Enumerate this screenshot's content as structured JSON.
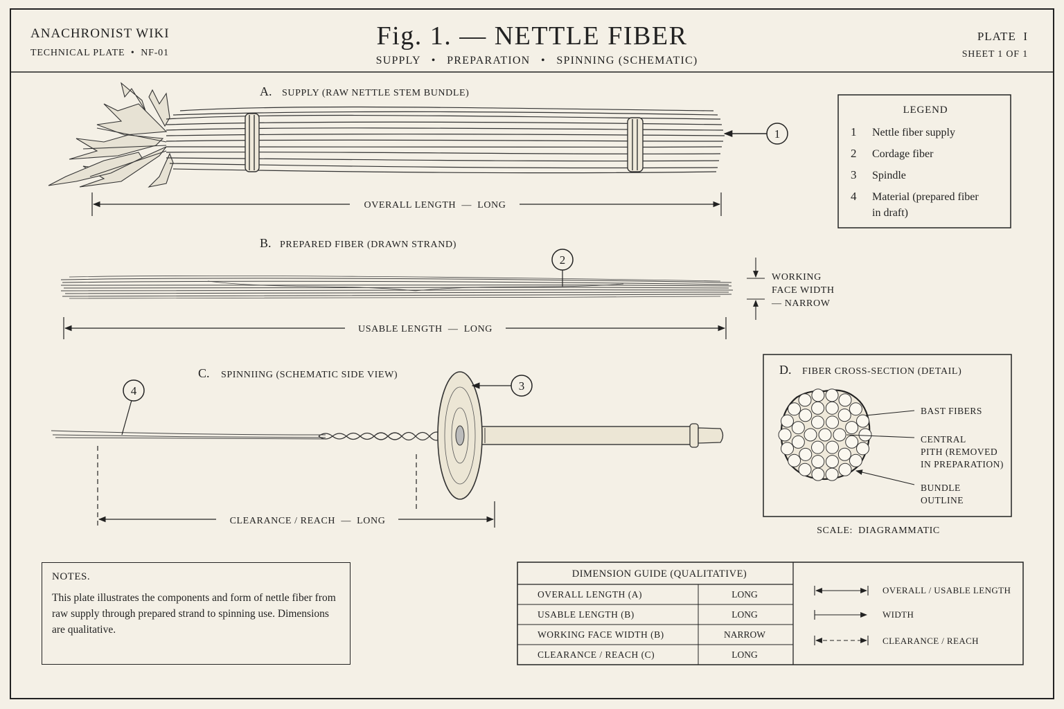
{
  "header": {
    "wiki": "ANACHRONIST WIKI",
    "plate_id": "TECHNICAL PLATE  •  NF-01",
    "title": "Fig. 1. — NETTLE FIBER",
    "subtitle": "SUPPLY   •   PREPARATION   •   SPINNING (SCHEMATIC)",
    "plate": "PLATE  I",
    "sheet": "SHEET 1 OF 1"
  },
  "sections": {
    "a": {
      "letter": "A.",
      "title": "SUPPLY (RAW NETTLE STEM BUNDLE)",
      "dim": "OVERALL LENGTH  —  LONG",
      "callout": "1"
    },
    "b": {
      "letter": "B.",
      "title": "PREPARED FIBER (DRAWN STRAND)",
      "dim": "USABLE LENGTH  —  LONG",
      "callout": "2",
      "width_lines": [
        "WORKING",
        "FACE WIDTH",
        "— NARROW"
      ]
    },
    "c": {
      "letter": "C.",
      "title": "SPINNIING (SCHEMATIC SIDE VIEW)",
      "dim": "CLEARANCE / REACH  —  LONG",
      "callout_material": "4",
      "callout_spindle": "3"
    },
    "d": {
      "letter": "D.",
      "title": "FIBER CROSS-SECTION (DETAIL)",
      "label_bast": "BAST FIBERS",
      "label_pith": [
        "CENTRAL",
        "PITH (REMOVED",
        "IN PREPARATION)"
      ],
      "label_outline": [
        "BUNDLE",
        "OUTLINE"
      ],
      "scale": "SCALE:  DIAGRAMMATIC"
    }
  },
  "legend": {
    "title": "LEGEND",
    "items": [
      {
        "num": "1",
        "lines": [
          "Nettle fiber supply"
        ]
      },
      {
        "num": "2",
        "lines": [
          "Cordage fiber"
        ]
      },
      {
        "num": "3",
        "lines": [
          "Spindle"
        ]
      },
      {
        "num": "4",
        "lines": [
          "Material (prepared fiber",
          "in draft)"
        ]
      }
    ]
  },
  "notes": {
    "title": "NOTES.",
    "body": "This plate illustrates the components and form of nettle fiber from raw supply through prepared strand to spinning use. Dimensions are qualitative."
  },
  "dimension_guide": {
    "title": "DIMENSION GUIDE (QUALITATIVE)",
    "rows": [
      {
        "label": "OVERALL LENGTH (A)",
        "value": "LONG"
      },
      {
        "label": "USABLE LENGTH (B)",
        "value": "LONG"
      },
      {
        "label": "WORKING FACE WIDTH (B)",
        "value": "NARROW"
      },
      {
        "label": "CLEARANCE / REACH (C)",
        "value": "LONG"
      }
    ],
    "key": [
      "OVERALL / USABLE LENGTH",
      "WIDTH",
      "CLEARANCE / REACH"
    ]
  }
}
